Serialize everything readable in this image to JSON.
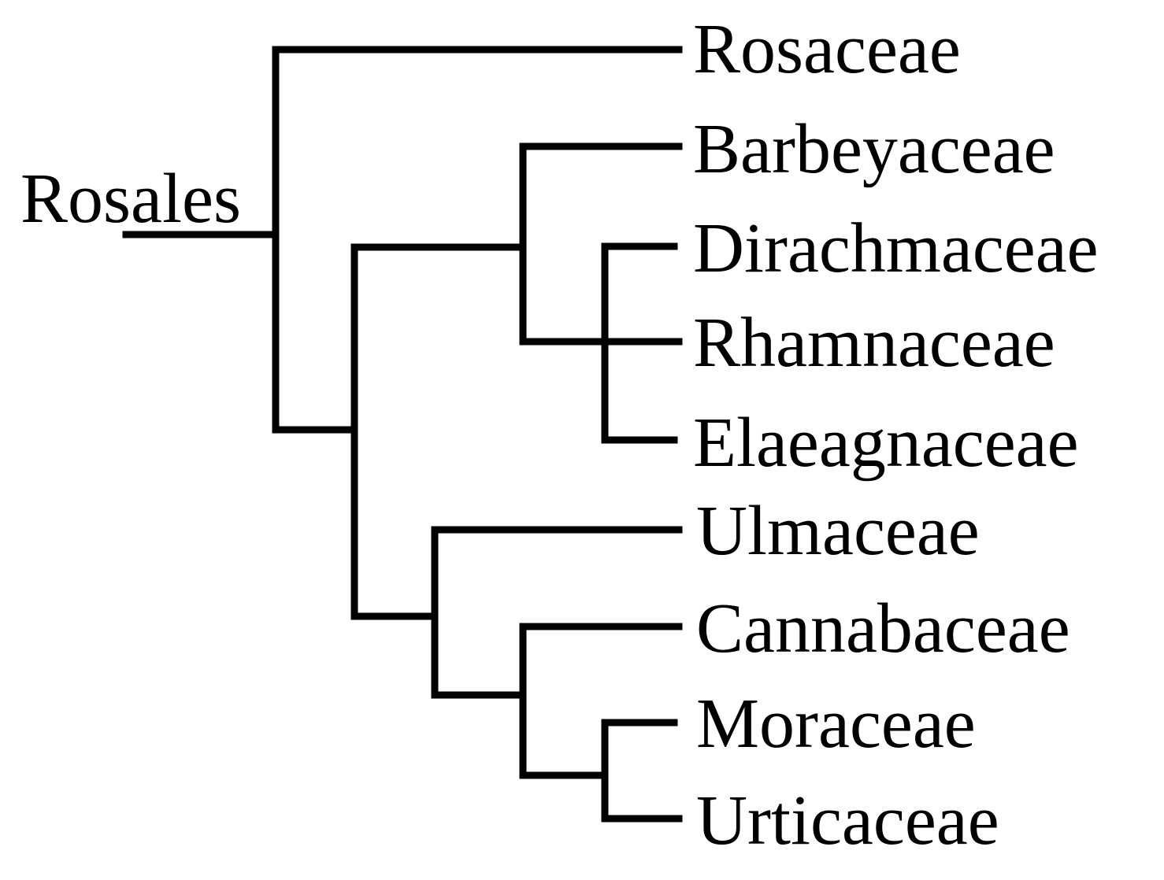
{
  "root": {
    "label": "Rosales"
  },
  "families": [
    {
      "id": "rosaceae",
      "label": "Rosaceae"
    },
    {
      "id": "barbeyaceae",
      "label": "Barbeyaceae"
    },
    {
      "id": "dirachmaceae",
      "label": "Dirachmaceae"
    },
    {
      "id": "rhamnaceae",
      "label": "Rhamnaceae"
    },
    {
      "id": "elaeagnaceae",
      "label": "Elaeagnaceae"
    },
    {
      "id": "ulmaceae",
      "label": "Ulmaceae"
    },
    {
      "id": "cannabaceae",
      "label": "Cannabaceae"
    },
    {
      "id": "moraceae",
      "label": "Moraceae"
    },
    {
      "id": "urticaceae",
      "label": "Urticaceae"
    }
  ],
  "topology": "(Rosaceae,((Barbeyaceae,(Dirachmaceae,Rhamnaceae,Elaeagnaceae)),(Ulmaceae,(Cannabaceae,(Moraceae,Urticaceae)))))",
  "colors": {
    "line": "#000000",
    "text": "#000000",
    "background": "#ffffff"
  }
}
